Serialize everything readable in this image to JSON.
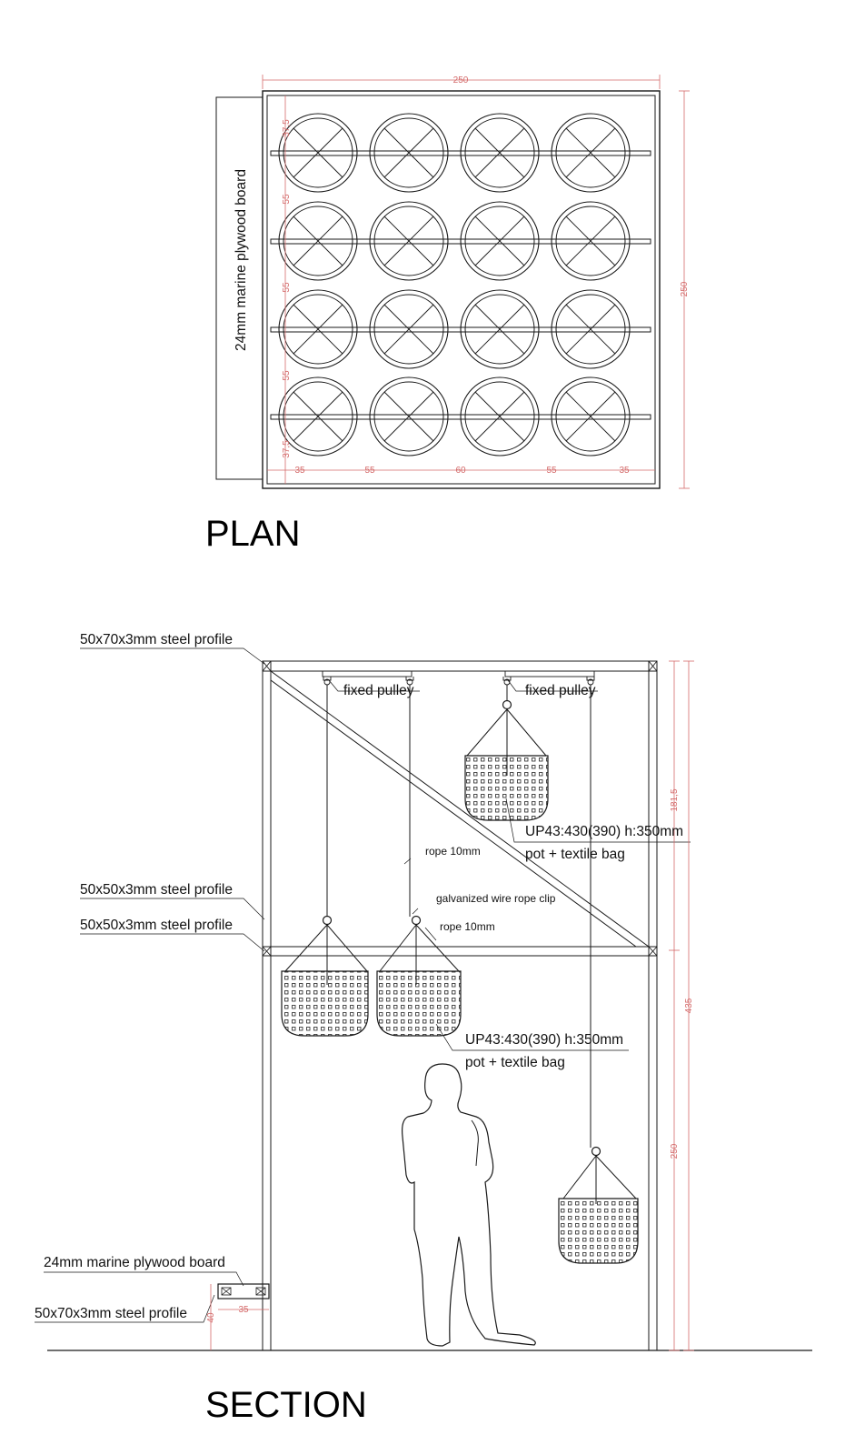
{
  "plan": {
    "title": "PLAN",
    "side_label": "24mm marine plywood board",
    "dims": {
      "width_top": "250",
      "height_right": "250",
      "rows": [
        "37,5",
        "55",
        "55",
        "55",
        "37,5"
      ],
      "cols": [
        "35",
        "55",
        "60",
        "55",
        "35"
      ]
    },
    "pot_grid": {
      "rows": 4,
      "cols": 4
    }
  },
  "section": {
    "title": "SECTION",
    "labels": {
      "top_profile": "50x70x3mm steel profile",
      "mid_profile_1": "50x50x3mm steel profile",
      "mid_profile_2": "50x50x3mm steel profile",
      "plywood": "24mm marine plywood board",
      "bottom_profile": "50x70x3mm steel profile",
      "pulley_1": "fixed pulley",
      "pulley_2": "fixed pulley",
      "rope_1": "rope 10mm",
      "clip": "galvanized wire rope clip",
      "rope_2": "rope 10mm",
      "pot_a_line1": "UP43:430(390) h:350mm",
      "pot_a_line2": "pot + textile bag",
      "pot_b_line1": "UP43:430(390) h:350mm",
      "pot_b_line2": "pot + textile bag"
    },
    "dims": {
      "upper": "181,5",
      "total": "435",
      "lower": "250",
      "bench_w": "35",
      "bench_h": "40"
    }
  },
  "colors": {
    "line": "#1a1a1a",
    "dimension": "#d46a6a",
    "background": "#ffffff"
  }
}
